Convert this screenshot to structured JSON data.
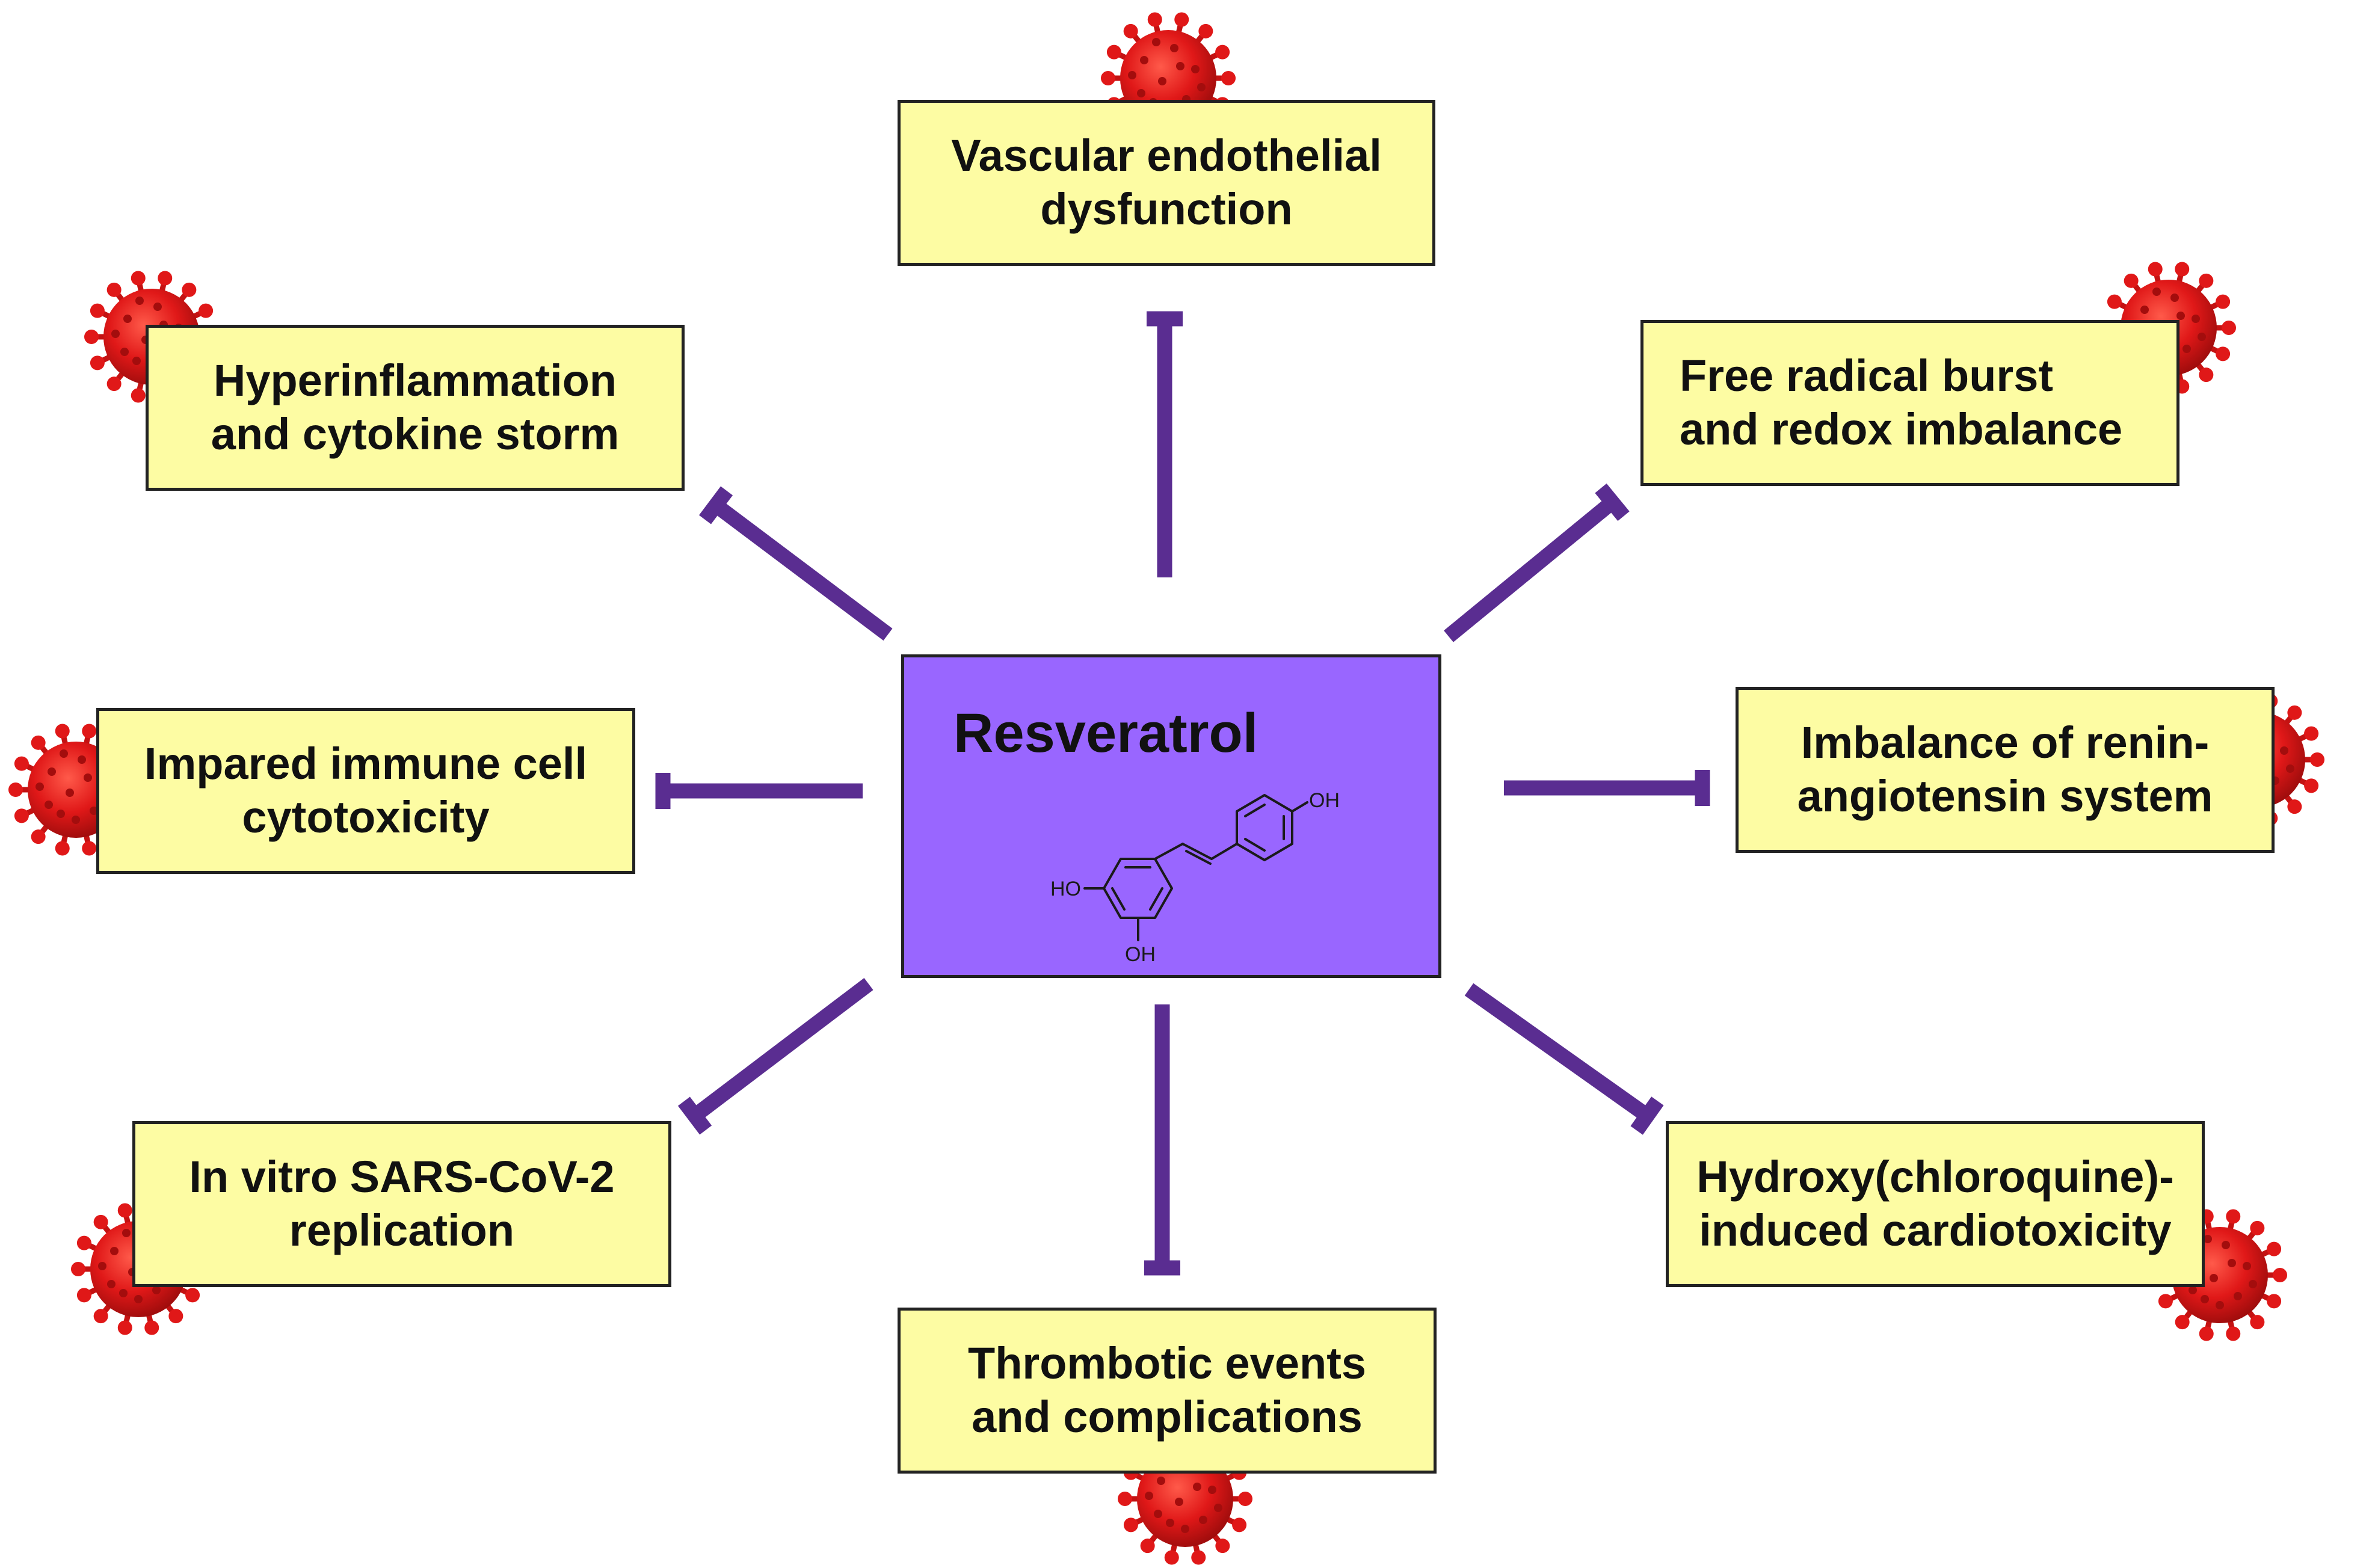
{
  "center": {
    "title": "Resveratrol",
    "fill_color": "#9966ff",
    "structure_labels": {
      "oh_top": "OH",
      "oh_left": "HO",
      "oh_bottom": "OH"
    }
  },
  "effects": [
    {
      "id": "vascular",
      "text": "Vascular endothelial\ndysfunction"
    },
    {
      "id": "hyperinflammation",
      "text": "Hyperinflammation\nand cytokine storm"
    },
    {
      "id": "free-radical",
      "text": "Free radical burst\nand redox imbalance"
    },
    {
      "id": "immune",
      "text": "Impared immune cell\ncytotoxicity"
    },
    {
      "id": "renin",
      "text": "Imbalance of renin-\nangiotensin system"
    },
    {
      "id": "sars",
      "text": "In vitro SARS-CoV-2\nreplication"
    },
    {
      "id": "thrombotic",
      "text": "Thrombotic events\nand complications"
    },
    {
      "id": "cardiotoxicity",
      "text": "Hydroxy(chloroquine)-\ninduced cardiotoxicity"
    }
  ],
  "colors": {
    "box_fill": "#fdfca3",
    "inhibitor_line": "#5a2d91",
    "virus": "#e01818"
  },
  "icons": {
    "virus": "coronavirus-icon",
    "connector": "inhibition-arrow"
  }
}
